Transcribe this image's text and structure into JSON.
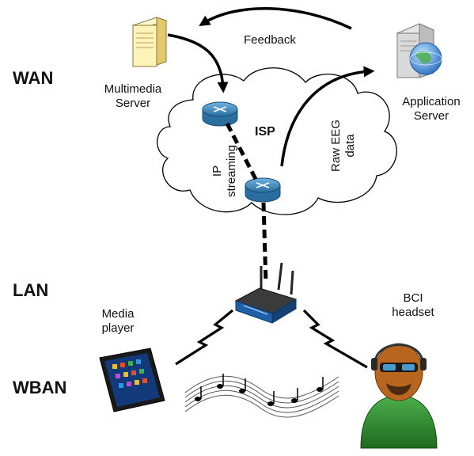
{
  "tiers": {
    "wan": "WAN",
    "lan": "LAN",
    "wban": "WBAN"
  },
  "nodes": {
    "multimedia_server": [
      "Multimedia",
      "Server"
    ],
    "application_server": [
      "Application",
      "Server"
    ],
    "isp": "ISP",
    "media_player": [
      "Media",
      "player"
    ],
    "bci_headset": [
      "BCI",
      "headset"
    ]
  },
  "links": {
    "feedback": "Feedback",
    "ip_streaming": [
      "IP",
      "streaming"
    ],
    "raw_eeg": [
      "Raw EEG",
      "data"
    ]
  },
  "colors": {
    "line": "#000000",
    "server_body": "#fff3b8",
    "router": "#3a8cc4",
    "avatar_shirt": "#2f8a2f",
    "avatar_skin": "#b8651f",
    "wifi_router": "#1f5fa8"
  },
  "icons": {
    "multimedia_server": "tower-server-icon",
    "application_server": "web-server-icon",
    "router": "router-icon",
    "wifi_router": "wireless-router-icon",
    "tablet": "tablet-icon",
    "avatar": "bci-user-avatar-icon",
    "music": "music-notes-icon"
  }
}
